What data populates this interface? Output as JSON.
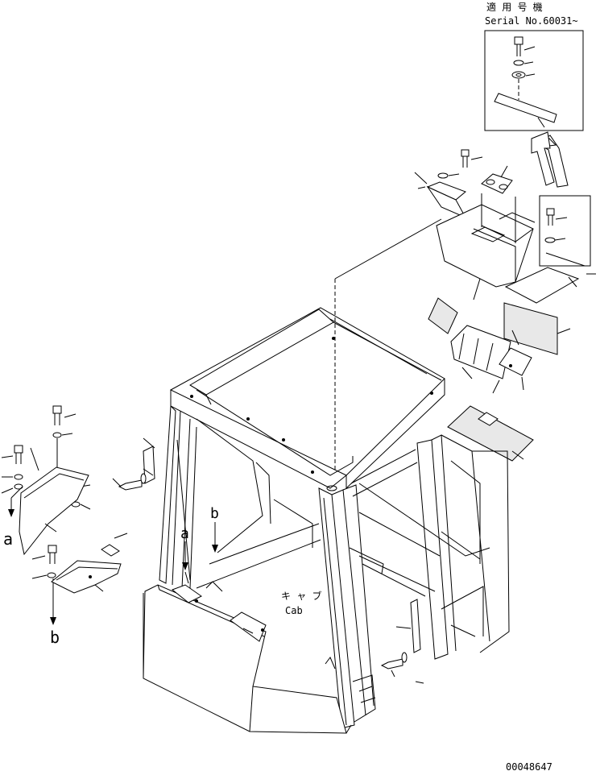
{
  "inset_header": {
    "applicable_label": "適 用 号 機",
    "serial_label": "Serial No.60031~"
  },
  "labels": {
    "cab_jp": "キ ャ ブ",
    "cab_en": "Cab",
    "ref_a_left": "a",
    "ref_b_left": "b",
    "ref_a_center": "a",
    "ref_b_center": "b"
  },
  "drawing_number": "00048647"
}
